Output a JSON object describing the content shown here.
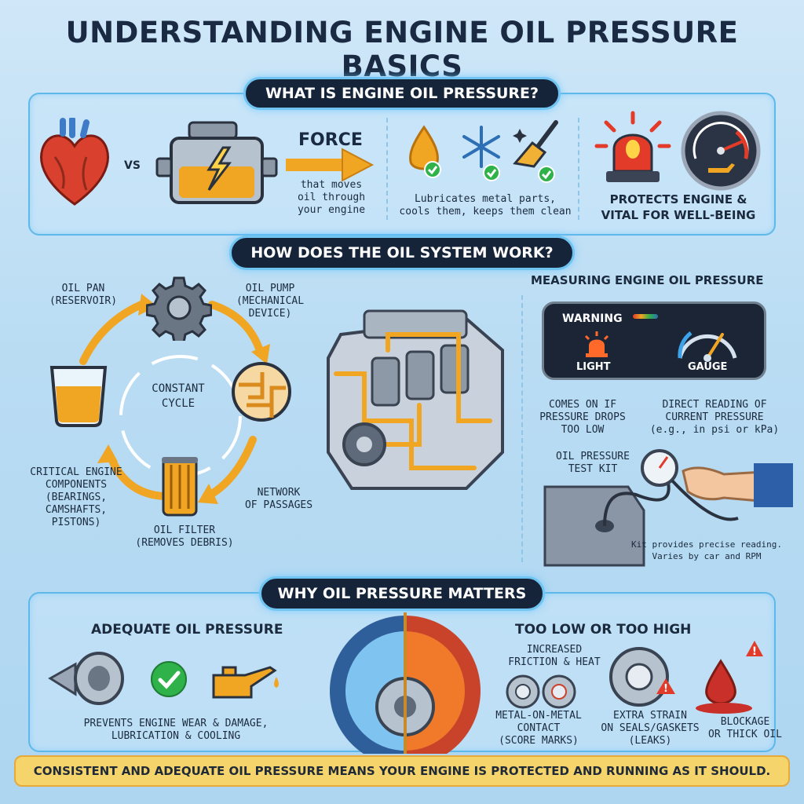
{
  "title": "UNDERSTANDING ENGINE OIL PRESSURE BASICS",
  "section1": {
    "heading": "WHAT IS ENGINE OIL PRESSURE?",
    "vs": "VS",
    "force": "FORCE",
    "force_desc": [
      "that moves",
      "oil through",
      "your engine"
    ],
    "benefits": [
      "Lubricates metal parts,",
      "cools them, keeps them clean"
    ],
    "protects": [
      "PROTECTS ENGINE &",
      "VITAL FOR WELL-BEING"
    ]
  },
  "section2": {
    "heading": "HOW DOES THE OIL SYSTEM WORK?",
    "oil_pan": [
      "OIL PAN",
      "(RESERVOIR)"
    ],
    "oil_pump": [
      "OIL PUMP",
      "(MECHANICAL",
      "DEVICE)"
    ],
    "cycle": [
      "CONSTANT",
      "CYCLE"
    ],
    "network": [
      "NETWORK",
      "OF PASSAGES"
    ],
    "oil_filter": [
      "OIL FILTER",
      "(REMOVES DEBRIS)"
    ],
    "components": [
      "CRITICAL ENGINE",
      "COMPONENTS",
      "(BEARINGS,",
      "CAMSHAFTS,",
      "PISTONS)"
    ]
  },
  "measuring": {
    "heading": "MEASURING ENGINE OIL PRESSURE",
    "warning": "WARNING",
    "light": "LIGHT",
    "gauge": "GAUGE",
    "light_desc": [
      "COMES ON IF",
      "PRESSURE DROPS",
      "TOO LOW"
    ],
    "gauge_desc": [
      "DIRECT READING OF",
      "CURRENT PRESSURE",
      "(e.g., in psi or kPa)"
    ],
    "test_kit": [
      "OIL PRESSURE",
      "TEST KIT"
    ],
    "kit_desc": [
      "Kit provides precise reading.",
      "Varies by car and RPM"
    ]
  },
  "section3": {
    "heading": "WHY OIL PRESSURE MATTERS",
    "adequate": "ADEQUATE OIL PRESSURE",
    "adequate_desc": [
      "PREVENTS ENGINE WEAR & DAMAGE,",
      "LUBRICATION & COOLING"
    ],
    "bad": "TOO LOW OR TOO HIGH",
    "friction": [
      "INCREASED",
      "FRICTION & HEAT"
    ],
    "metal": [
      "METAL-ON-METAL",
      "CONTACT",
      "(SCORE MARKS)"
    ],
    "strain": [
      "EXTRA STRAIN",
      "ON SEALS/GASKETS",
      "(LEAKS)"
    ],
    "blockage": [
      "BLOCKAGE",
      "OR THICK OIL"
    ]
  },
  "footer": "CONSISTENT AND ADEQUATE OIL PRESSURE MEANS YOUR ENGINE IS PROTECTED AND RUNNING AS IT SHOULD.",
  "colors": {
    "accent": "#5fb8ea",
    "pill_bg": "#16243a",
    "oil": "#f0a523",
    "check": "#2fb24a",
    "alert": "#e23b2a",
    "banner": "#f5d46b"
  }
}
